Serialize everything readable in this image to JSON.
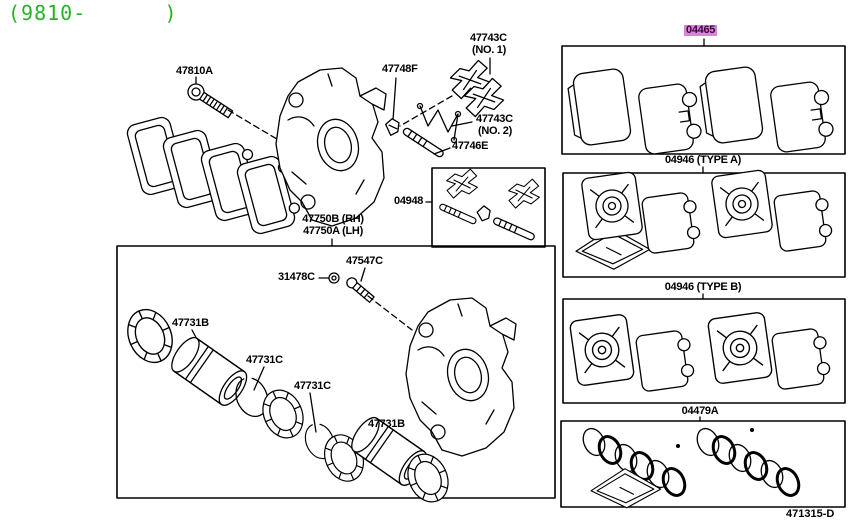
{
  "header": {
    "date_range": "(9810-      )"
  },
  "labels": {
    "bolt": "47810A",
    "support_plate_1": "47743C",
    "support_plate_1_no": "(NO. 1)",
    "clip": "47748F",
    "support_plate_2": "47743C",
    "support_plate_2_no": "(NO. 2)",
    "slide_pin": "47746E",
    "fitting_kit": "04948",
    "caliper_rh": "47750B (RH)",
    "caliper_lh": "47750A (LH)",
    "bleeder_plug_cap": "31478C",
    "bleeder_plug": "47547C",
    "piston_front": "47731B",
    "piston_seal_ring": "47731C",
    "cylinder_boot_ring": "47731C",
    "piston_rear": "47731B",
    "pad_kit": "04465",
    "shim_kit_type_a": "04946 (TYPE A)",
    "shim_kit_type_b": "04946 (TYPE B)",
    "cylinder_kit": "04479A"
  },
  "footer": {
    "figure_code": "471315-D"
  },
  "colors": {
    "header_green": "#27b227",
    "highlight_background": "#d883d8",
    "highlight_text": "#3a083a",
    "line": "#000000"
  }
}
